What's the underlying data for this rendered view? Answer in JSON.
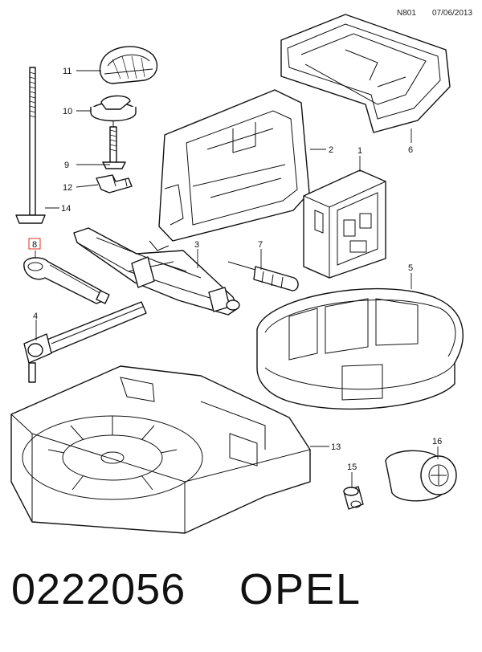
{
  "header": {
    "code": "N801",
    "date": "07/06/2013"
  },
  "footer": {
    "part_number": "0222056",
    "brand": "OPEL"
  },
  "callouts": [
    "1",
    "2",
    "3",
    "4",
    "5",
    "6",
    "7",
    "8",
    "9",
    "10",
    "11",
    "12",
    "13",
    "14",
    "15",
    "16"
  ],
  "highlight_color": "#e0301e"
}
